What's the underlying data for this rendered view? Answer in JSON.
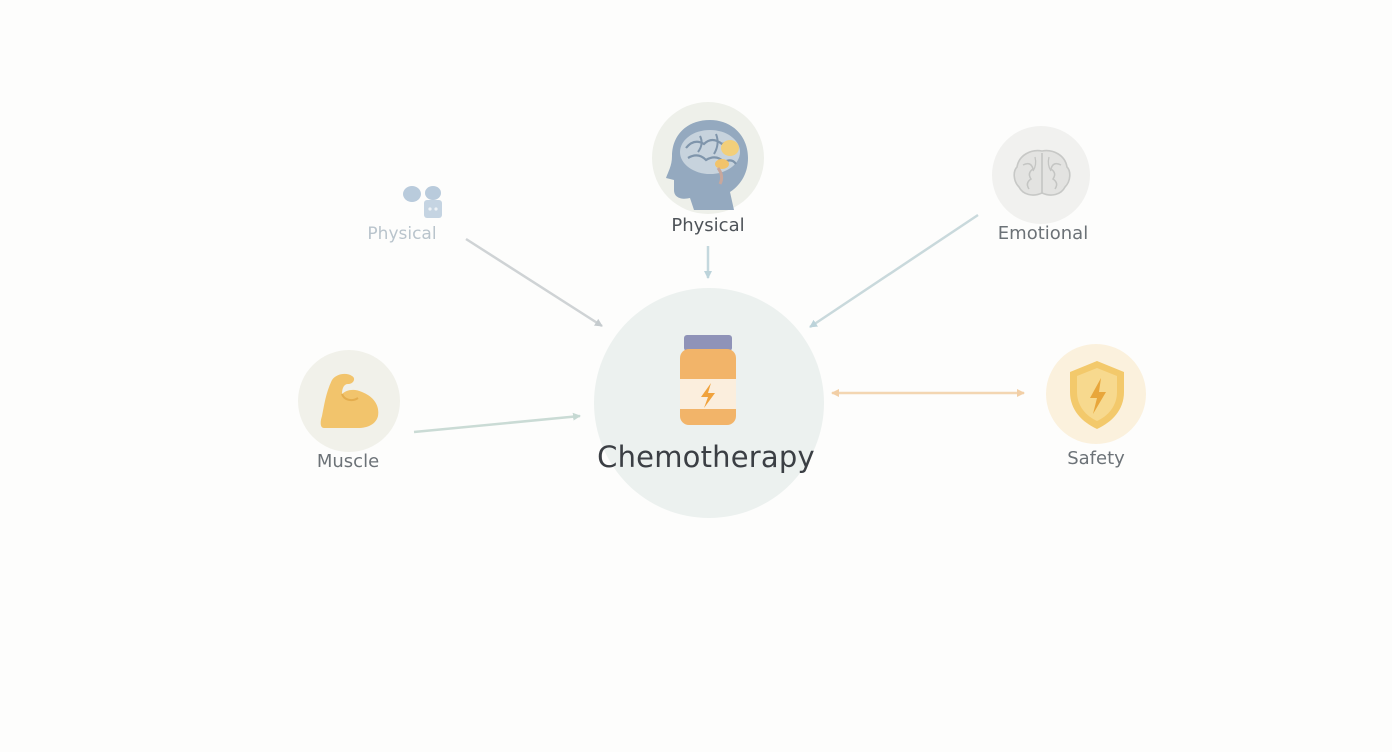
{
  "diagram": {
    "center": {
      "label": "Chemotherapy",
      "icon": "medicine-bottle-icon"
    },
    "nodes": [
      {
        "id": "physical-faded",
        "label": "Physical",
        "icon": "pill-capsule-icon",
        "color": "#b9c4cc"
      },
      {
        "id": "physical-main",
        "label": "Physical",
        "icon": "brain-head-icon",
        "color": "#4e5358"
      },
      {
        "id": "emotional",
        "label": "Emotional",
        "icon": "brain-icon",
        "color": "#6c7277"
      },
      {
        "id": "muscle",
        "label": "Muscle",
        "icon": "flexed-arm-icon",
        "color": "#6c7277"
      },
      {
        "id": "safety",
        "label": "Safety",
        "icon": "shield-lightning-icon",
        "color": "#6c7277"
      }
    ]
  },
  "colors": {
    "accent_orange": "#f0b060",
    "accent_yellow": "#f1c870",
    "center_fill": "#ecf1ef",
    "arrow_gray": "#c9cfd2",
    "arrow_blue": "#c4d8de",
    "arrow_peach": "#f3d3ad"
  }
}
